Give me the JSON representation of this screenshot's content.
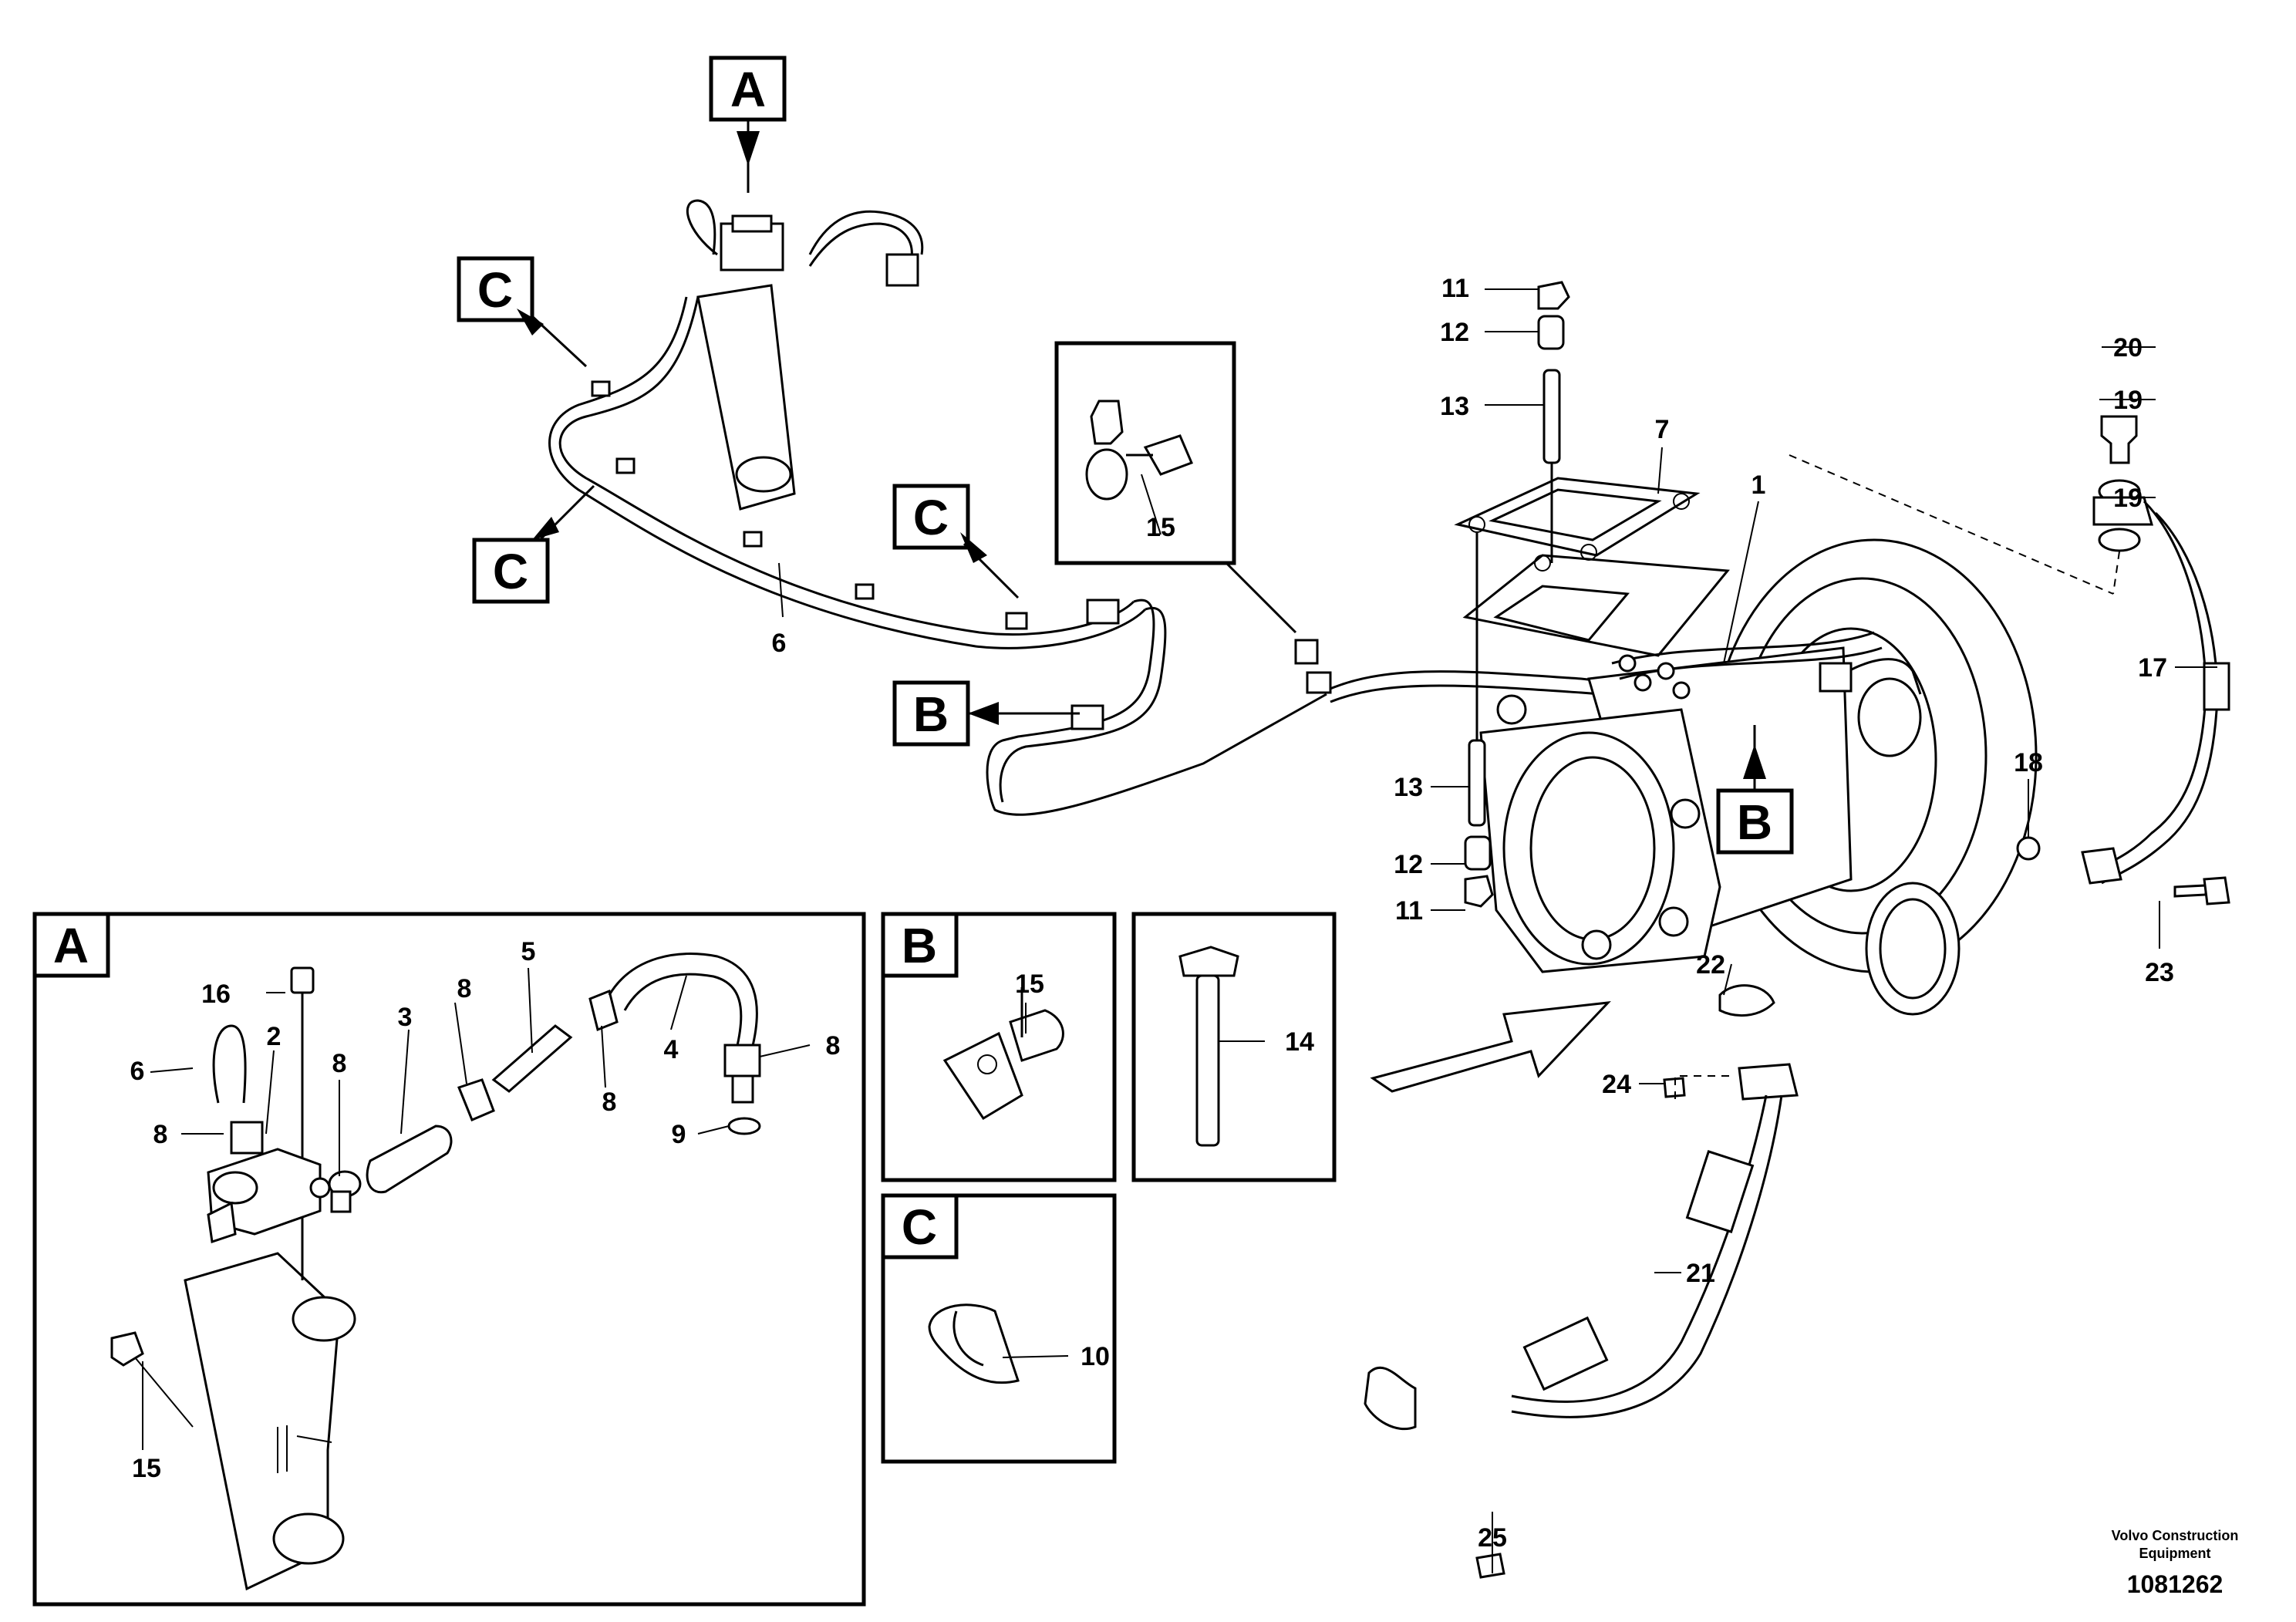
{
  "callouts": {
    "n1": "1",
    "n2": "2",
    "n4": "4",
    "n5": "5",
    "n6": "6",
    "n7": "7",
    "n8": "8",
    "n9": "9",
    "n10": "10",
    "n11": "11",
    "n12": "12",
    "n13": "13",
    "n14": "14",
    "n15": "15",
    "n16": "16",
    "n17": "17",
    "n18": "18",
    "n19": "19",
    "n20": "20",
    "n21": "21",
    "n22": "22",
    "n23": "23",
    "n24": "24",
    "n25": "25"
  },
  "view_tags": {
    "a": "A",
    "b": "B",
    "c": "C"
  },
  "footer": {
    "brand_line1": "Volvo Construction",
    "brand_line2": "Equipment",
    "doc_number": "1081262"
  }
}
